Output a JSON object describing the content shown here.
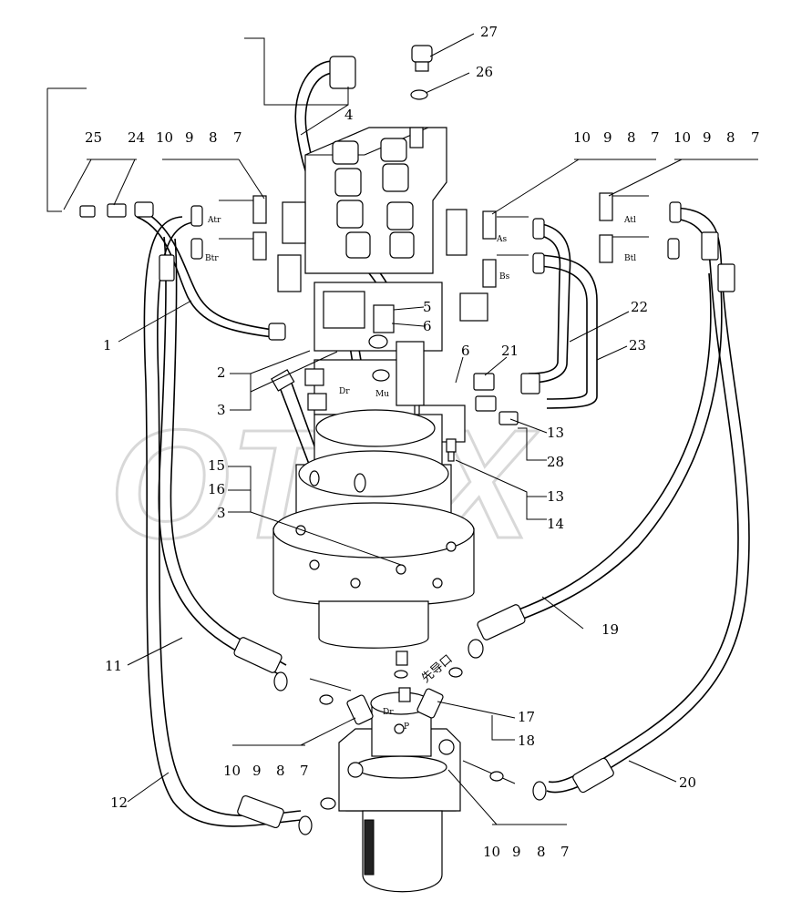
{
  "watermark": "OTEX",
  "port_labels": {
    "atr": "Atr",
    "btr": "Btr",
    "atl": "Atl",
    "btl": "Btl",
    "as": "As",
    "bs": "Bs",
    "dr": "Dr",
    "mu": "Mu",
    "dr2": "Dr",
    "p": "P",
    "first_port": "先导口"
  },
  "callouts": {
    "c1": "1",
    "c2": "2",
    "c3a": "3",
    "c3b": "3",
    "c4": "4",
    "c5": "5",
    "c6a": "6",
    "c6b": "6",
    "c11": "11",
    "c12": "12",
    "c13a": "13",
    "c13b": "13",
    "c14": "14",
    "c15": "15",
    "c16": "16",
    "c17": "17",
    "c18": "18",
    "c19": "19",
    "c20": "20",
    "c21": "21",
    "c22": "22",
    "c23": "23",
    "c24": "24",
    "c25": "25",
    "c26": "26",
    "c27": "27",
    "c28": "28"
  },
  "group_left_top": [
    "10",
    "9",
    "8",
    "7"
  ],
  "group_mid_top": [
    "10",
    "9",
    "8",
    "7"
  ],
  "group_right_top": [
    "10",
    "9",
    "8",
    "7"
  ],
  "group_bottom_left": [
    "10",
    "9",
    "8",
    "7"
  ],
  "group_bottom_right": [
    "10",
    "9",
    "8",
    "7"
  ]
}
